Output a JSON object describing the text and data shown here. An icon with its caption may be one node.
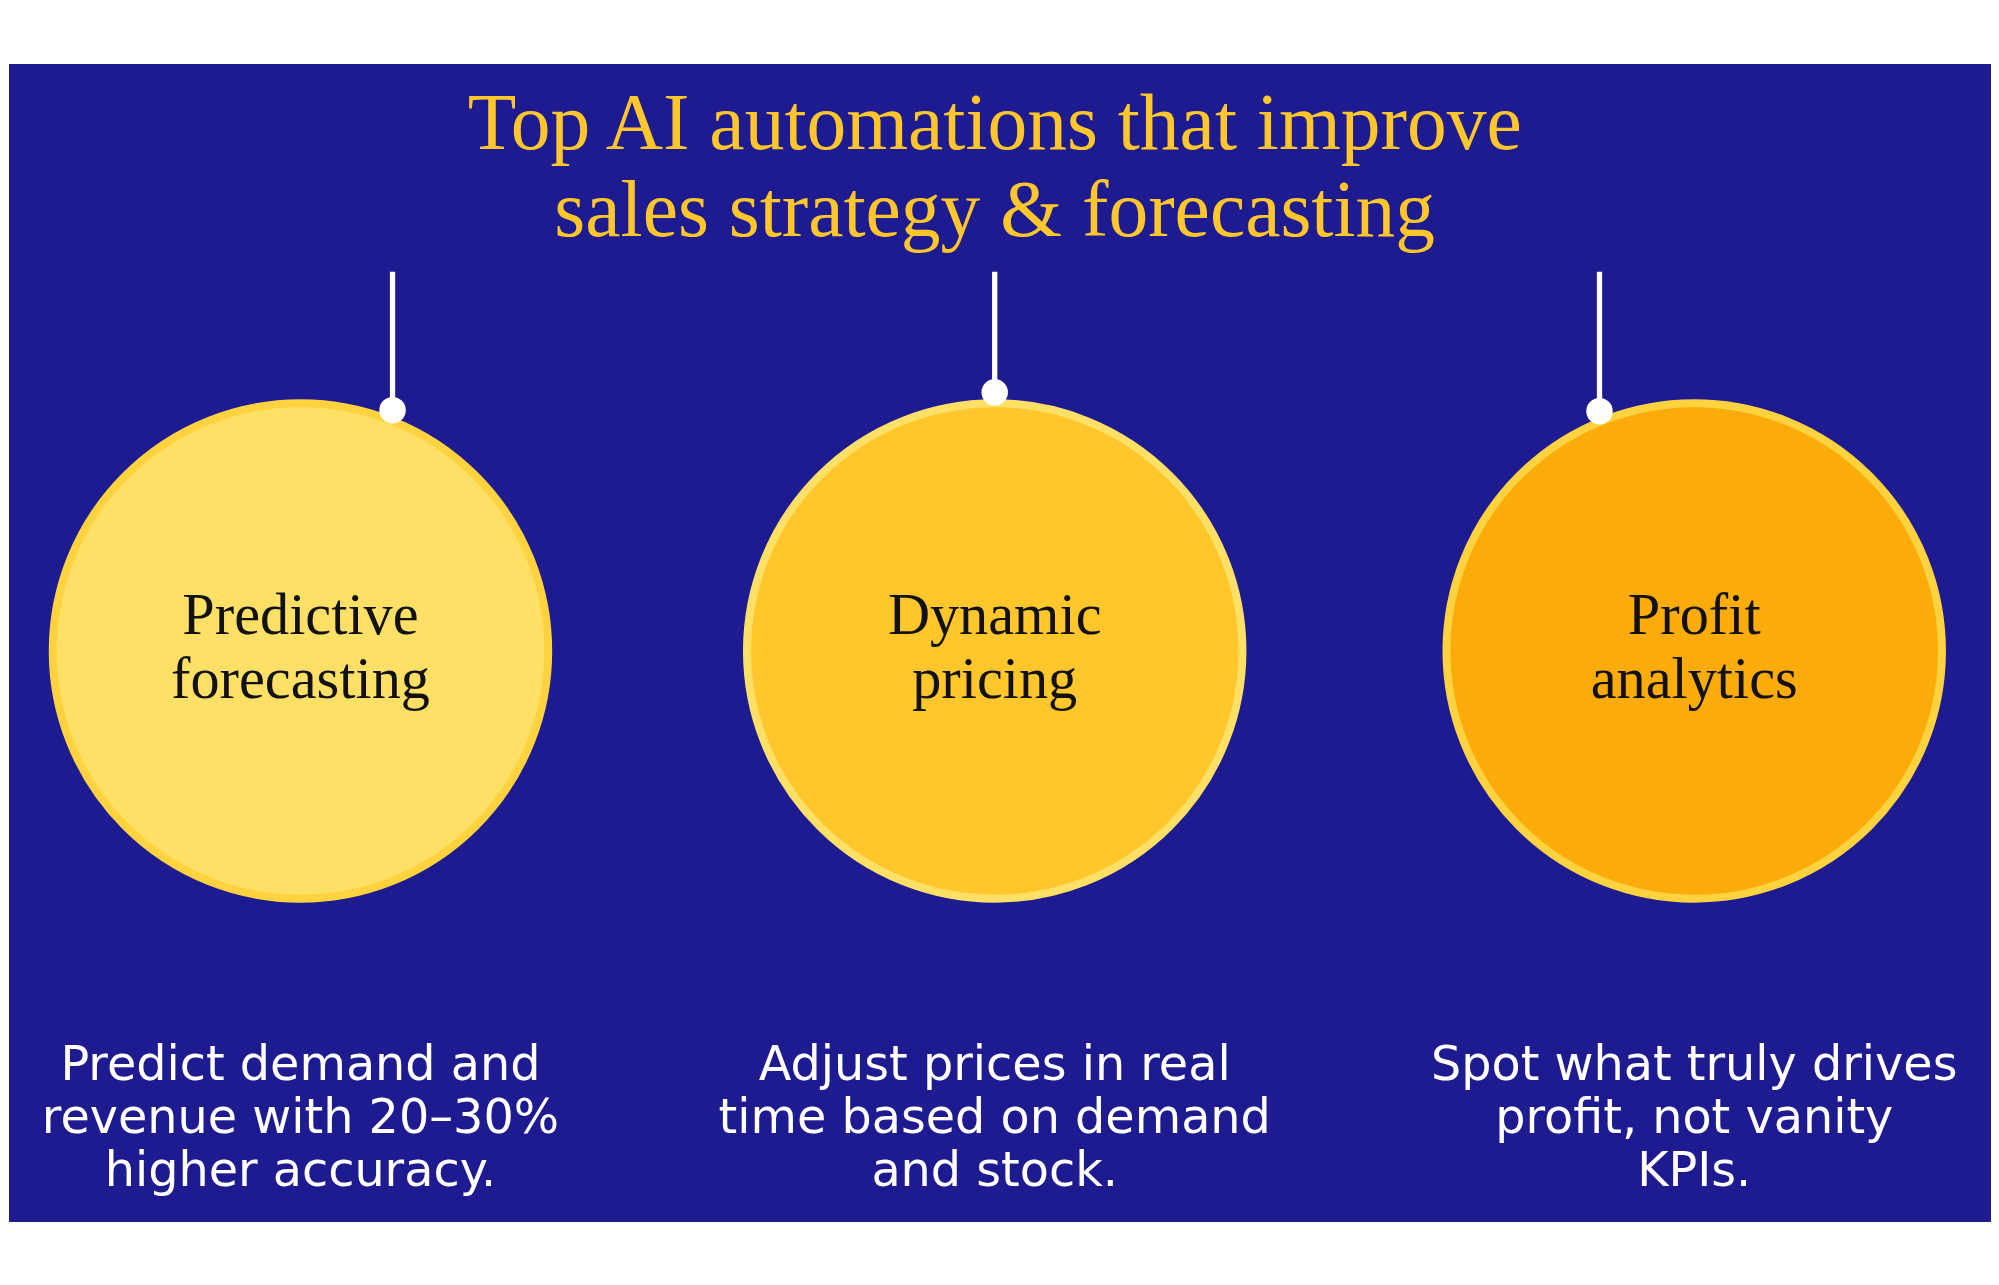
{
  "diagram": {
    "nodes": [
      {
        "text": [
          "Top AI automations that improve sales strategy & forecasting"
        ]
      },
      {
        "text": [
          "Predictive forecasting"
        ],
        "beside": [
          "Predict demand and revenue with 20–30% higher accuracy."
        ]
      },
      {
        "text": [
          "Dynamic pricing"
        ],
        "beside": [
          "Adjust prices in real time based on demand and stock."
        ]
      },
      {
        "text": [
          "Profit analytics"
        ],
        "beside": [
          "Spot what truly drives profit, not vanity KPIs."
        ]
      }
    ],
    "edges": [
      {
        "from": 0,
        "to": 1,
        "arrow": "other"
      },
      {
        "from": 0,
        "to": 2,
        "arrow": "other"
      },
      {
        "from": 0,
        "to": 3,
        "arrow": "other"
      }
    ]
  }
}
